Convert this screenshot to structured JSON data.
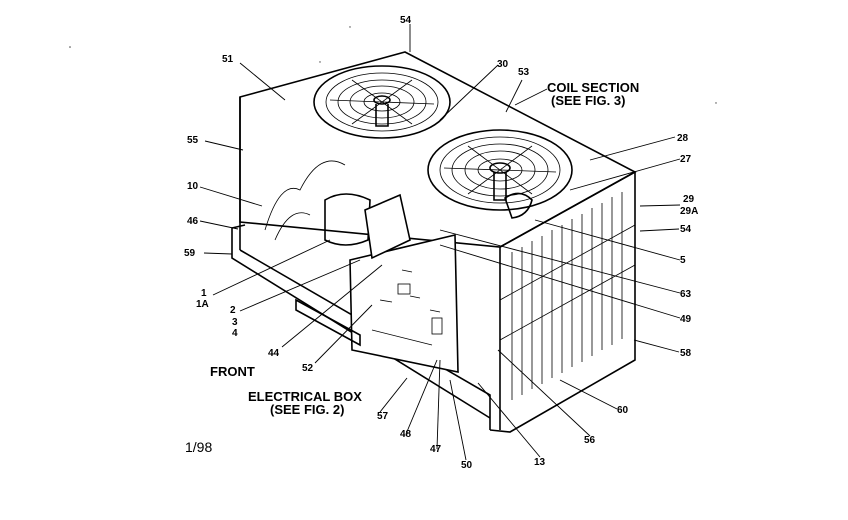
{
  "diagram": {
    "date_code": "1/98",
    "front_label": "FRONT",
    "coil_section": {
      "line1": "COIL SECTION",
      "line2": "(SEE FIG. 3)"
    },
    "electrical_box": {
      "line1": "ELECTRICAL BOX",
      "line2": "(SEE FIG. 2)"
    },
    "callouts": {
      "c54_top": "54",
      "c51": "51",
      "c30": "30",
      "c53": "53",
      "c55": "55",
      "c28": "28",
      "c27": "27",
      "c10": "10",
      "c29": "29",
      "c29a": "29A",
      "c46": "46",
      "c54_right": "54",
      "c59": "59",
      "c5": "5",
      "c1": "1",
      "c1a": "1A",
      "c63": "63",
      "c2": "2",
      "c3": "3",
      "c4": "4",
      "c49": "49",
      "c44": "44",
      "c52": "52",
      "c58": "58",
      "c60": "60",
      "c57": "57",
      "c56": "56",
      "c48": "48",
      "c47": "47",
      "c50": "50",
      "c13": "13"
    }
  }
}
